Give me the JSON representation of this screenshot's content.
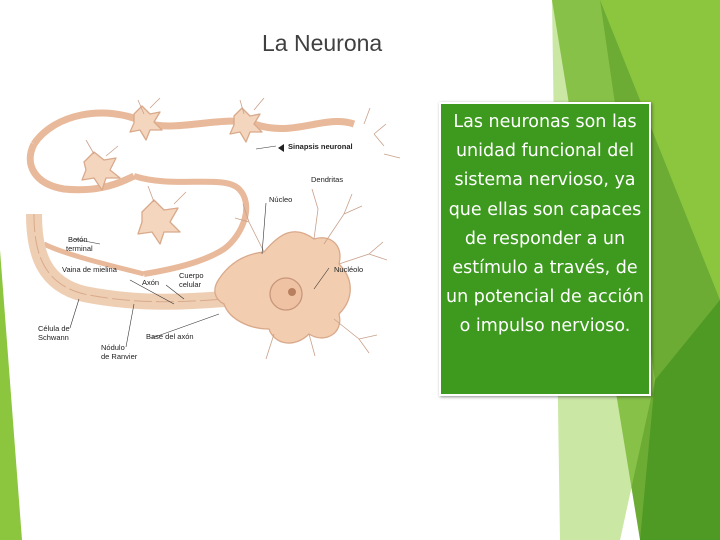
{
  "slide": {
    "title": "La Neurona",
    "body_text": "Las neuronas son las unidad funcional del sistema nervioso, ya que ellas son capaces de responder a un estímulo a través, de un potencial de acción o impulso nervioso."
  },
  "diagram": {
    "labels": {
      "synapse": "Sinapsis neuronal",
      "dendrites": "Dendritas",
      "nucleus": "Núcleo",
      "terminal_1": "Botón",
      "terminal_2": "terminal",
      "myelin": "Vaina de mielina",
      "body_1": "Cuerpo",
      "body_2": "celular",
      "nucleolus": "Nucléolo",
      "axon": "Axón",
      "schwann_1": "Célula de",
      "schwann_2": "Schwann",
      "axon_base": "Base del axón",
      "ranvier_1": "Nódulo",
      "ranvier_2": "de Ranvier"
    }
  },
  "colors": {
    "accent_green": "#3d9a1e",
    "light_green": "#8cc63f",
    "neuron_fill": "#f4d6be",
    "neuron_stroke": "#d9a98a"
  }
}
